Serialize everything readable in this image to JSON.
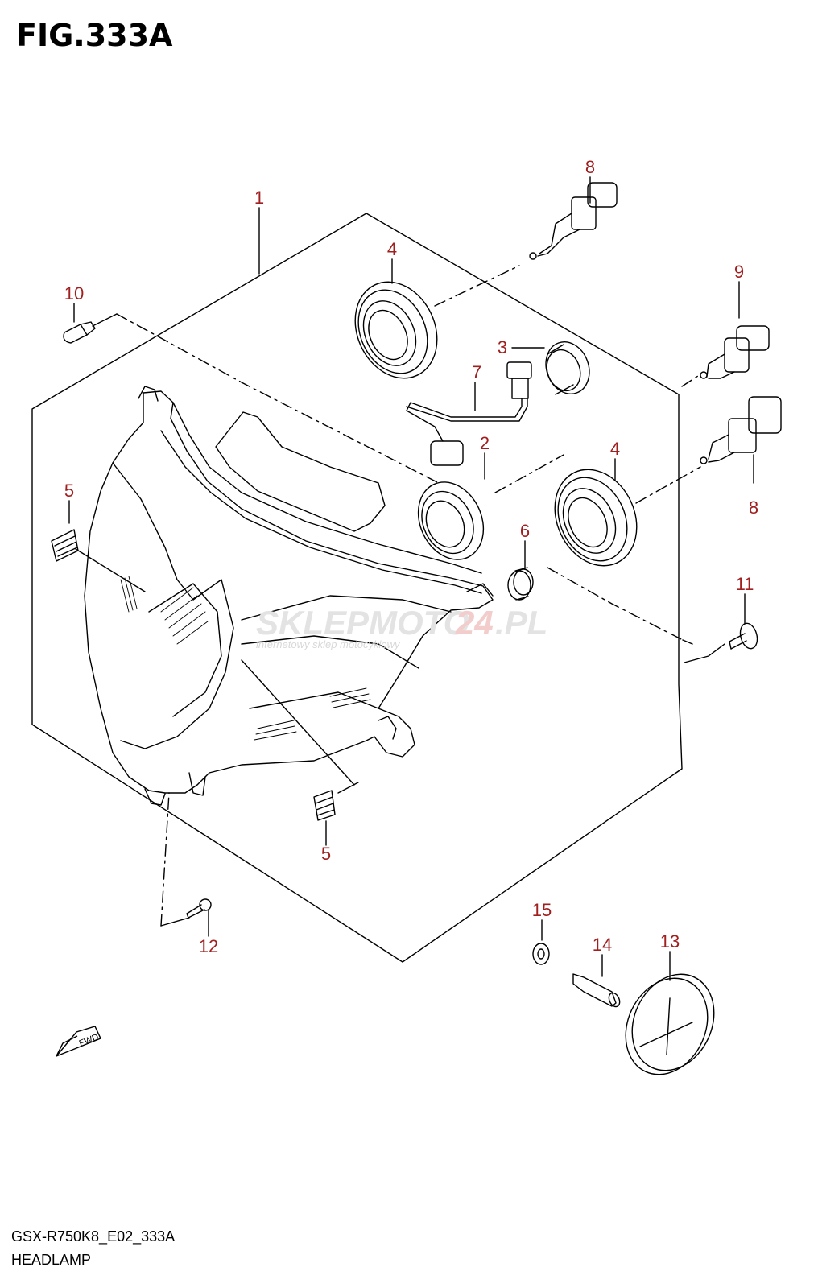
{
  "figure": {
    "title": "FIG.333A",
    "footer_code": "GSX-R750K8_E02_333A",
    "footer_name": "HEADLAMP"
  },
  "callouts": [
    {
      "id": "c1",
      "label": "1"
    },
    {
      "id": "c2",
      "label": "2"
    },
    {
      "id": "c3",
      "label": "3"
    },
    {
      "id": "c4a",
      "label": "4"
    },
    {
      "id": "c4b",
      "label": "4"
    },
    {
      "id": "c5a",
      "label": "5"
    },
    {
      "id": "c5b",
      "label": "5"
    },
    {
      "id": "c6",
      "label": "6"
    },
    {
      "id": "c7",
      "label": "7"
    },
    {
      "id": "c8a",
      "label": "8"
    },
    {
      "id": "c8b",
      "label": "8"
    },
    {
      "id": "c9",
      "label": "9"
    },
    {
      "id": "c10",
      "label": "10"
    },
    {
      "id": "c11",
      "label": "11"
    },
    {
      "id": "c12",
      "label": "12"
    },
    {
      "id": "c13",
      "label": "13"
    },
    {
      "id": "c14",
      "label": "14"
    },
    {
      "id": "c15",
      "label": "15"
    }
  ],
  "fwd_label": "FWD",
  "watermark": {
    "brand_a": "SKLEPMOTO",
    "brand_b": "24",
    "brand_c": ".PL",
    "tagline": "internetowy sklep motocyklowy"
  },
  "colors": {
    "callout": "#a11f1f",
    "line": "#000000"
  }
}
